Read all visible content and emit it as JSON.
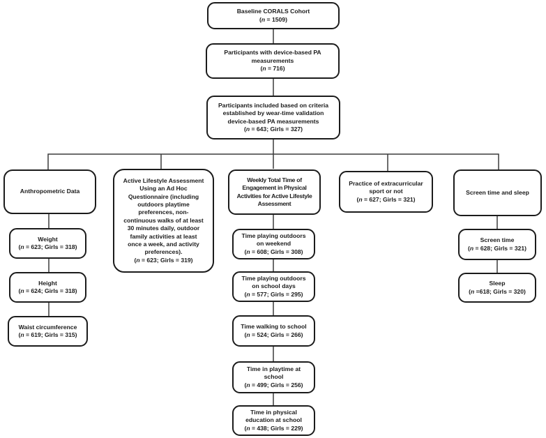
{
  "figure": {
    "type": "flowchart",
    "colors": {
      "box_border": "#1b1b1b",
      "box_fill": "#ffffff",
      "connector_line": "#3c3c3c",
      "text": "#1b1b1b",
      "background": "#ffffff"
    }
  },
  "diagram": {
    "nodes": {
      "baseline": {
        "title": "Baseline CORALS Cohort",
        "stat": "(n = 1509)"
      },
      "device_pa": {
        "title": "Participants with device-based PA\nmeasurements",
        "stat": "(n = 716)"
      },
      "included": {
        "title": "Participants included based on criteria\nestablished by wear-time validation\ndevice-based PA measurements",
        "stat": "(n = 643; Girls = 327)"
      },
      "anthropometric": {
        "title": "Anthropometric Data"
      },
      "ad_hoc": {
        "title": "Active Lifestyle Assessment\nUsing an Ad Hoc\nQuestionnaire (including\noutdoors playtime\npreferences, non-\ncontinuous walks of at least\n30 minutes daily, outdoor\nfamily activities at least\nonce a week, and activity\npreferences).",
        "stat": "(n = 623; Girls = 319)"
      },
      "weekly_total": {
        "title": "Weekly Total Time of\nEngagement in Physical\nActivities for Active Lifestyle\nAssessment"
      },
      "extracurricular": {
        "title": "Practice of extracurricular\nsport or not",
        "stat": "(n = 627; Girls = 321)"
      },
      "screen_sleep": {
        "title": "Screen time and sleep"
      },
      "weight": {
        "title": "Weight",
        "stat": "(n = 623; Girls = 318)"
      },
      "height": {
        "title": "Height",
        "stat": "(n = 624; Girls = 318)"
      },
      "waist": {
        "title": "Waist circumference",
        "stat": "(n = 619; Girls = 315)"
      },
      "weekend": {
        "title": "Time playing outdoors\non weekend",
        "stat": "(n = 608; Girls = 308)"
      },
      "school_days": {
        "title": "Time playing outdoors\non school days",
        "stat": "(n = 577; Girls = 295)"
      },
      "walking": {
        "title": "Time walking to school",
        "stat": "(n = 524; Girls = 266)"
      },
      "playtime": {
        "title": "Time in playtime at\nschool",
        "stat": "(n = 499; Girls = 256)"
      },
      "physical_ed": {
        "title": "Time in physical\neducation at school",
        "stat": "(n = 438; Girls = 229)"
      },
      "screen_time": {
        "title": "Screen time",
        "stat": "(n = 628; Girls = 321)"
      },
      "sleep": {
        "title": "Sleep",
        "stat": "(n =618; Girls = 320)"
      }
    }
  }
}
